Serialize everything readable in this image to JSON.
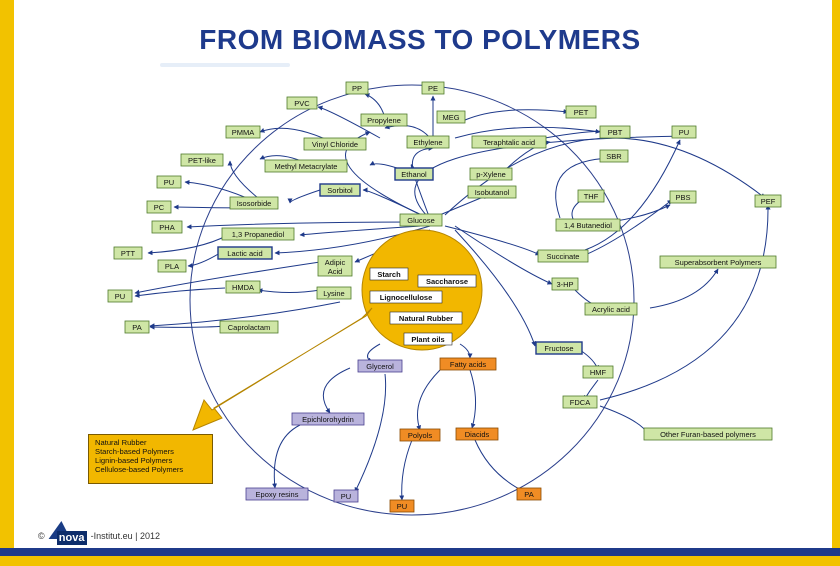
{
  "title": "FROM BIOMASS TO POLYMERS",
  "footer": {
    "copyright": "©",
    "logo_text": "nova",
    "site": "-Institut.eu | 2012"
  },
  "legend_lines": [
    "Natural Rubber",
    "Starch-based Polymers",
    "Lignin-based Polymers",
    "Cellulose-based Polymers"
  ],
  "core_labels": {
    "starch": "Starch",
    "lignocellulose": "Lignocellulose",
    "saccharose": "Saccharose",
    "natural_rubber": "Natural Rubber",
    "plant_oils": "Plant oils"
  },
  "nodes": {
    "pp": "PP",
    "pe": "PE",
    "pvc": "PVC",
    "propylene": "Propylene",
    "meg": "MEG",
    "pet": "PET",
    "pmma": "PMMA",
    "vinyl_chloride": "Vinyl Chloride",
    "ethylene": "Ethylene",
    "teraphtalic_acid": "Teraphtalic acid",
    "pbt": "PBT",
    "pu_top": "PU",
    "pet_like": "PET-like",
    "methyl_metacrylate": "Methyl Metacrylate",
    "sbr": "SBR",
    "ethanol": "Ethanol",
    "p_xylene": "p-Xylene",
    "pu_left": "PU",
    "isobutanol": "Isobutanol",
    "sorbitol": "Sorbitol",
    "thf": "THF",
    "pbs": "PBS",
    "pef": "PEF",
    "isosorbide": "Isosorbide",
    "pc": "PC",
    "pha": "PHA",
    "propanediol": "1,3 Propanediol",
    "glucose": "Glucose",
    "butanediol": "1,4 Butanediol",
    "ptt": "PTT",
    "lactic_acid": "Lactic acid",
    "pla": "PLA",
    "adipic_acid_1": "Adipic",
    "adipic_acid_2": "Acid",
    "succinate": "Succinate",
    "superabsorbent": "Superabsorbent Polymers",
    "pu_mid": "PU",
    "hmda": "HMDA",
    "three_hp": "3-HP",
    "lysine": "Lysine",
    "acrylic_acid": "Acrylic acid",
    "pa_left": "PA",
    "caprolactam": "Caprolactam",
    "fructose": "Fructose",
    "glycerol": "Glycerol",
    "fatty_acids": "Fatty acids",
    "hmf": "HMF",
    "fdca": "FDCA",
    "epichlorohydrin": "Epichlorohydrin",
    "polyols": "Polyols",
    "diacids": "Diacids",
    "other_furan": "Other Furan-based polymers",
    "epoxy_resins": "Epoxy resins",
    "pu_bottom": "PU",
    "pa_bottom": "PA",
    "pu_polyols": "PU"
  },
  "colors": {
    "frame": "#f2c200",
    "title": "#1e3a8c",
    "green_fill": "#cfe6a6",
    "green_border": "#4f7a2b",
    "purple_fill": "#b9b3dc",
    "orange_fill": "#f08c24",
    "core": "#f2b700",
    "arrow": "#1f3a8a"
  }
}
